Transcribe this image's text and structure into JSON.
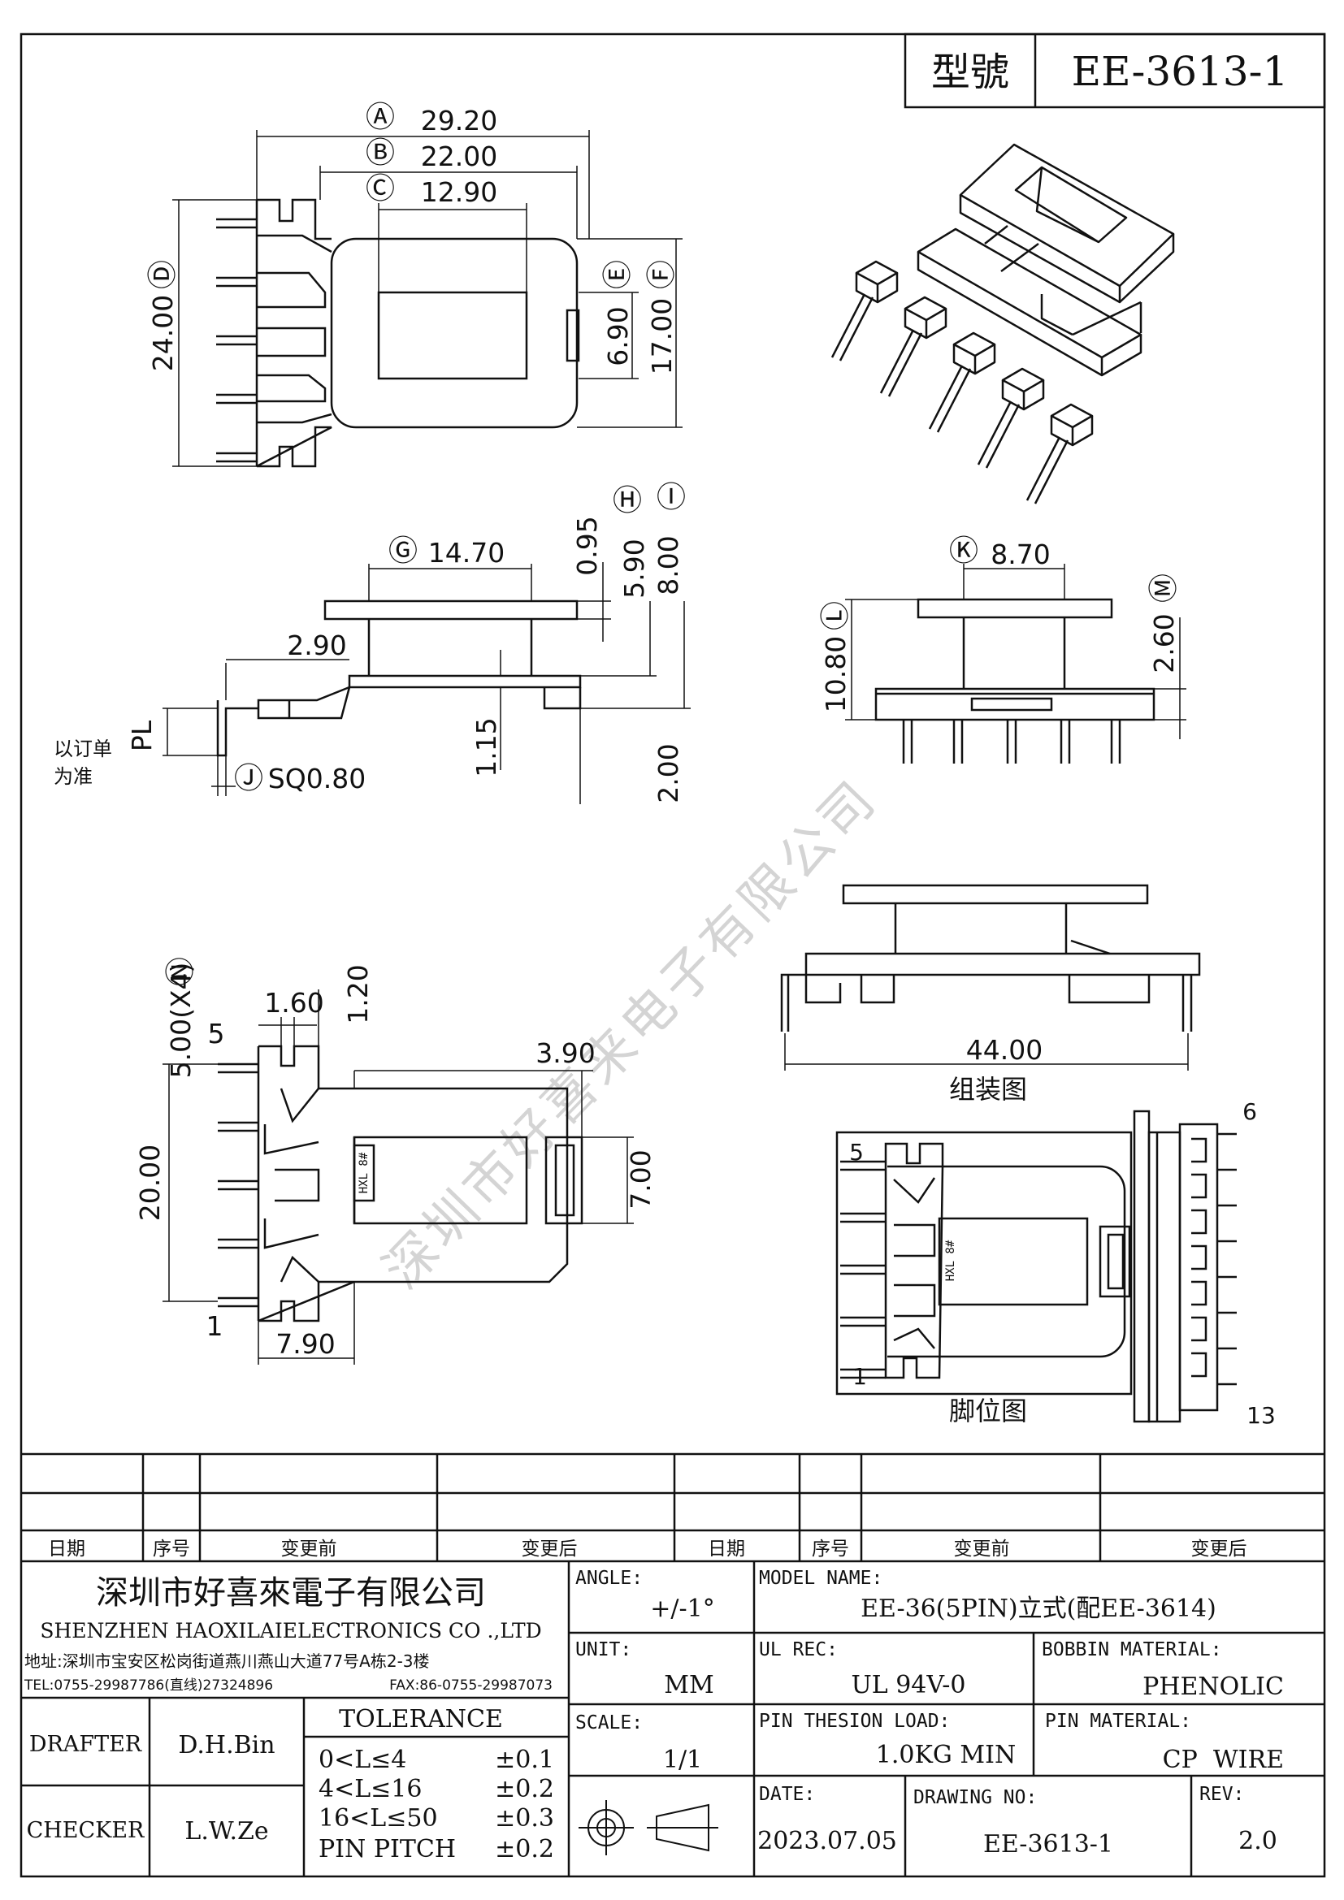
{
  "header": {
    "type_label": "型號",
    "model": "EE-3613-1"
  },
  "top_view": {
    "dims": [
      {
        "id": "Ⓐ",
        "value": "29.20"
      },
      {
        "id": "Ⓑ",
        "value": "22.00"
      },
      {
        "id": "Ⓒ",
        "value": "12.90"
      },
      {
        "id": "Ⓓ",
        "value": "24.00"
      },
      {
        "id": "Ⓔ",
        "value": "6.90"
      },
      {
        "id": "Ⓕ",
        "value": "17.00"
      }
    ]
  },
  "side_view": {
    "dims": [
      {
        "id": "Ⓖ",
        "value": "14.70"
      },
      {
        "id": "",
        "value": "0.95"
      },
      {
        "id": "Ⓗ",
        "value": "5.90"
      },
      {
        "id": "Ⓘ",
        "value": "8.00"
      },
      {
        "id": "",
        "value": "2.90"
      },
      {
        "id": "",
        "value": "1.15"
      },
      {
        "id": "",
        "value": "2.00"
      },
      {
        "id": "",
        "value": "PL"
      },
      {
        "id": "Ⓙ",
        "value": "SQ0.80"
      }
    ],
    "order_note": [
      "以订单",
      "为准"
    ]
  },
  "front_view": {
    "dims": [
      {
        "id": "Ⓚ",
        "value": "8.70"
      },
      {
        "id": "Ⓛ",
        "value": "10.80"
      },
      {
        "id": "Ⓜ",
        "value": "2.60"
      }
    ]
  },
  "bottom_view": {
    "dims": [
      {
        "id": "Ⓝ",
        "value": "5.00(X4)"
      },
      {
        "id": "",
        "value": "1.60"
      },
      {
        "id": "",
        "value": "1.20"
      },
      {
        "id": "",
        "value": "3.90"
      },
      {
        "id": "",
        "value": "20.00"
      },
      {
        "id": "",
        "value": "7.00"
      },
      {
        "id": "",
        "value": "7.90"
      }
    ],
    "pin_first": "1",
    "pin_last": "5",
    "marking": "HXL 8#"
  },
  "assembly_view": {
    "dim": "44.00",
    "caption": "组装图"
  },
  "pinout_view": {
    "caption": "脚位图",
    "pin_labels": [
      "5",
      "1",
      "6",
      "13"
    ],
    "marking": "HXL 8#"
  },
  "watermark": "深圳市好喜来电子有限公司",
  "revision_table": {
    "headers": [
      "日期",
      "序号",
      "变更前",
      "变更后",
      "日期",
      "序号",
      "变更前",
      "变更后"
    ]
  },
  "title_block": {
    "company_cn": "深圳市好喜來電子有限公司",
    "company_en": "SHENZHEN HAOXILAIELECTRONICS CO .,LTD",
    "address": "地址:深圳市宝安区松岗街道燕川燕山大道77号A栋2-3楼",
    "tel": "TEL:0755-29987786(直线)27324896",
    "fax": "FAX:86-0755-29987073",
    "drafter_label": "DRAFTER",
    "drafter": "D.H.Bin",
    "checker_label": "CHECKER",
    "checker": "L.W.Ze",
    "tolerance_title": "TOLERANCE",
    "tolerances": [
      {
        "range": "0<L≤4",
        "tol": "±0.1"
      },
      {
        "range": "4<L≤16",
        "tol": "±0.2"
      },
      {
        "range": "16<L≤50",
        "tol": "±0.3"
      },
      {
        "range": "PIN PITCH",
        "tol": "±0.2"
      }
    ],
    "angle_label": "ANGLE:",
    "angle": "+/-1°",
    "unit_label": "UNIT:",
    "unit": "MM",
    "scale_label": "SCALE:",
    "scale": "1/1",
    "model_name_label": "MODEL NAME:",
    "model_name": "EE-36(5PIN)立式(配EE-3614)",
    "ul_label": "UL REC:",
    "ul": "UL 94V-0",
    "bobbin_label": "BOBBIN MATERIAL:",
    "bobbin": "PHENOLIC",
    "pin_load_label": "PIN THESION LOAD:",
    "pin_load": "1.0KG MIN",
    "pin_mat_label": "PIN MATERIAL:",
    "pin_mat": "CP  WIRE",
    "date_label": "DATE:",
    "date": "2023.07.05",
    "drawing_no_label": "DRAWING NO:",
    "drawing_no": "EE-3613-1",
    "rev_label": "REV:",
    "rev": "2.0"
  }
}
